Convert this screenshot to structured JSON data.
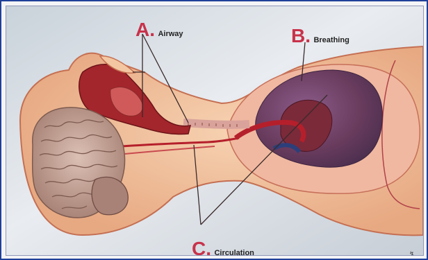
{
  "labels": {
    "a": {
      "letter": "A.",
      "text": "Airway"
    },
    "b": {
      "letter": "B.",
      "text": "Breathing"
    },
    "c": {
      "letter": "C.",
      "text": "Circulation"
    }
  },
  "colors": {
    "letter": "#c8324a",
    "skin": "#f3c7a2",
    "brain": "#c8a59a",
    "heart": "#7b2a3a",
    "vessel": "#b51f2b"
  }
}
